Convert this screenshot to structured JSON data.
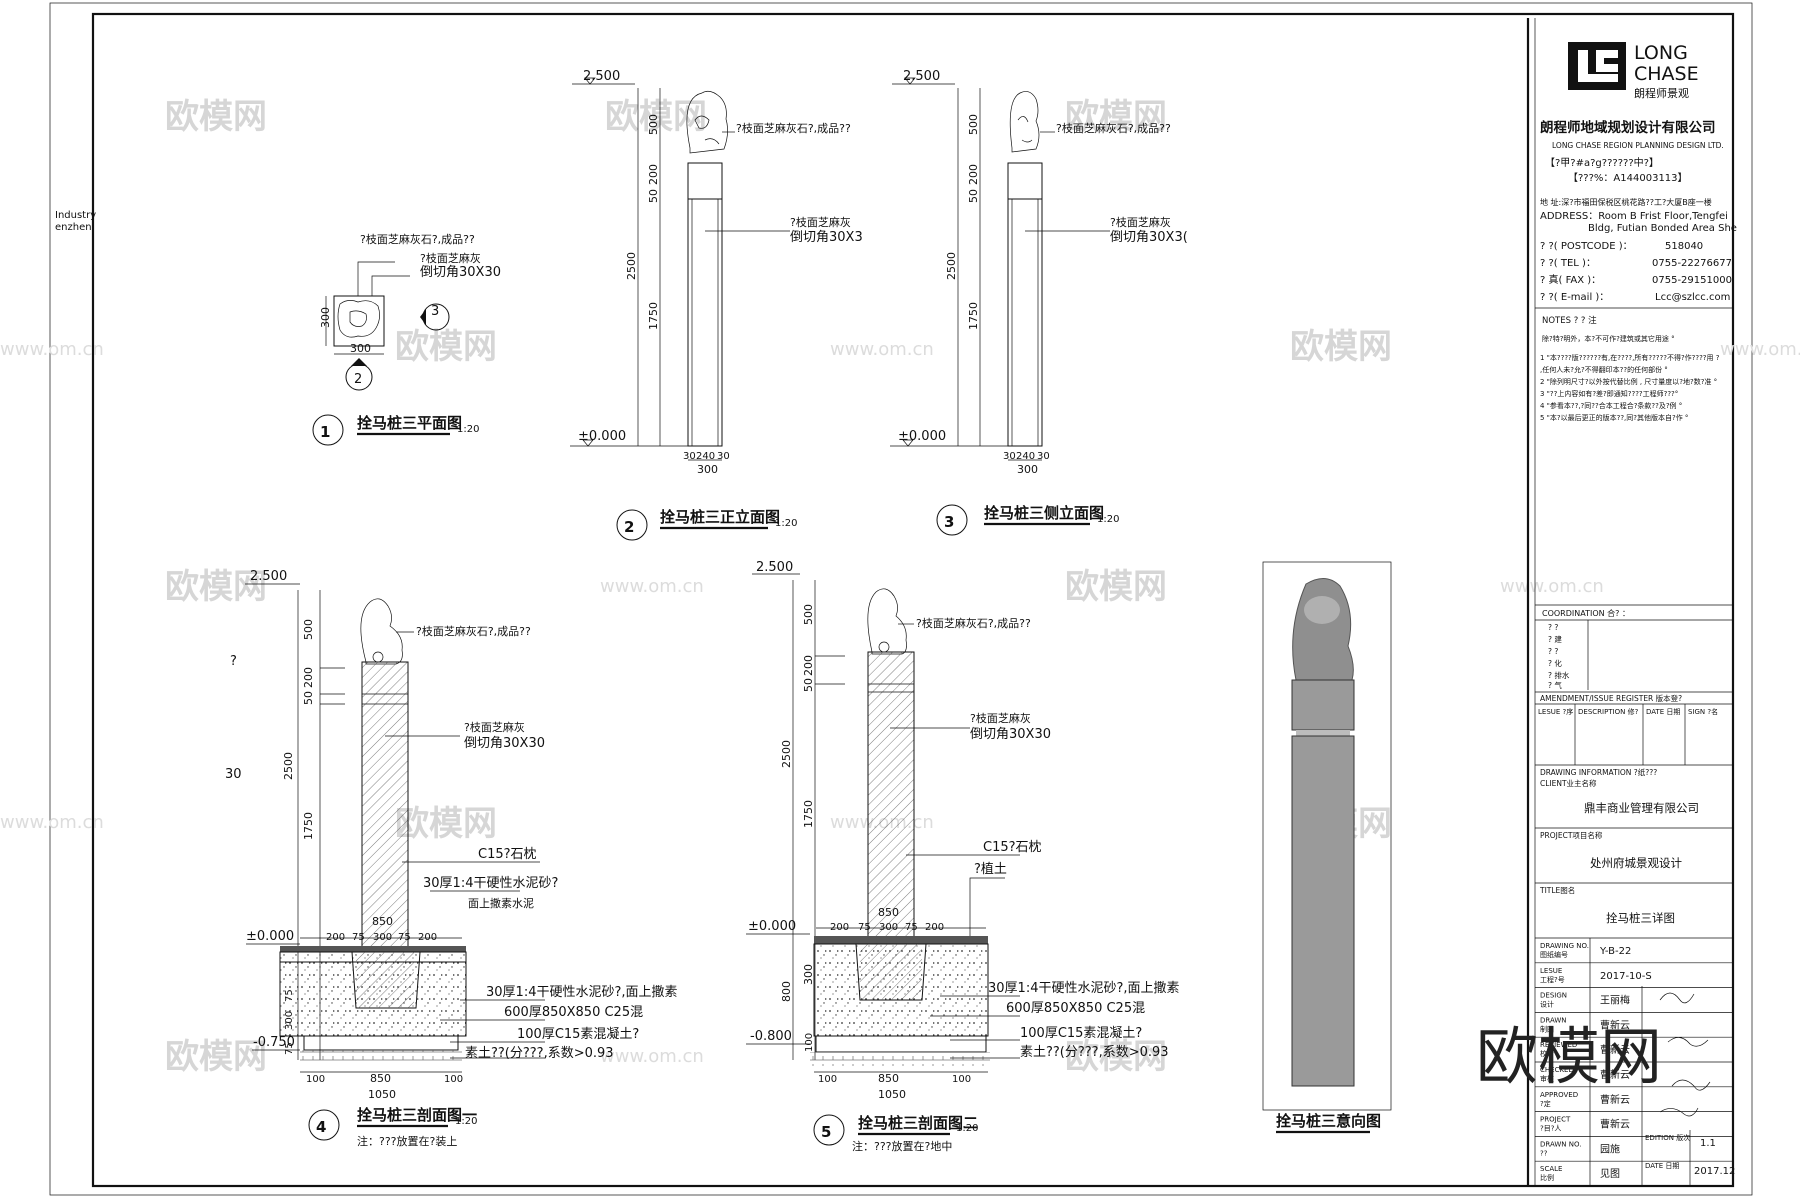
{
  "watermarks": {
    "logo_text": "欧模网",
    "url": "www.om.cn",
    "big_logo": "欧模网"
  },
  "edge_text": [
    "Industry",
    "enzhen"
  ],
  "views": {
    "plan": {
      "num": "1",
      "title": "拴马桩三平面图",
      "scale": "1:20",
      "notes": [
        "?枝面芝麻灰石?,成品??",
        "?枝面芝麻灰",
        "倒切角30X30"
      ],
      "dims": [
        "300",
        "300"
      ],
      "markers": [
        "2",
        "3"
      ]
    },
    "front": {
      "num": "2",
      "title": "拴马桩三正立面图",
      "scale": "1:20",
      "levels": [
        "2.500",
        "±0.000"
      ],
      "dims": [
        "500",
        "50",
        "200",
        "2500",
        "1750",
        "30",
        "240",
        "30",
        "300"
      ],
      "notes": [
        "?枝面芝麻灰石?,成品??",
        "?枝面芝麻灰",
        "倒切角30X3"
      ]
    },
    "side": {
      "num": "3",
      "title": "拴马桩三侧立面图",
      "scale": "1:20",
      "levels": [
        "2.500",
        "±0.000"
      ],
      "dims": [
        "500",
        "50",
        "200",
        "2500",
        "1750",
        "30",
        "240",
        "30",
        "300"
      ],
      "notes": [
        "?枝面芝麻灰石?,成品??",
        "?枝面芝麻灰",
        "倒切角30X3("
      ]
    },
    "section1": {
      "num": "4",
      "title": "拴马桩三剖面图一",
      "scale": "1:20",
      "note_below": "注：???放置在?装上",
      "levels": [
        "2.500",
        "±0.000",
        "-0.750"
      ],
      "dims_v": [
        "500",
        "50",
        "200",
        "2500",
        "1750",
        "75",
        "300",
        "75"
      ],
      "dims_h": [
        "200",
        "75",
        "300",
        "75",
        "200",
        "850",
        "100",
        "850",
        "100",
        "1050"
      ],
      "notes": [
        "?枝面芝麻灰石?,成品??",
        "?枝面芝麻灰",
        "倒切角30X30",
        "C15?石枕",
        "30厚1:4干硬性水泥砂?",
        "面上撒素水泥",
        "30厚1:4干硬性水泥砂?,面上撒素",
        "600厚850X850  C25混",
        "100厚C15素混凝土?",
        "素土??(分???,系数>0.93"
      ],
      "margin_notes": [
        "?",
        "30"
      ]
    },
    "section2": {
      "num": "5",
      "title": "拴马桩三剖面图二",
      "scale": "1:20",
      "note_below": "注：???放置在?地中",
      "levels": [
        "2.500",
        "±0.000",
        "-0.800"
      ],
      "dims_v": [
        "500",
        "50",
        "200",
        "2500",
        "1750",
        "300",
        "800",
        "100"
      ],
      "dims_h": [
        "200",
        "75",
        "300",
        "75",
        "200",
        "850",
        "100",
        "850",
        "100",
        "1050"
      ],
      "notes": [
        "?枝面芝麻灰石?,成品??",
        "?枝面芝麻灰",
        "倒切角30X30",
        "C15?石枕",
        "?植土",
        "30厚1:4干硬性水泥砂?,面上撒素",
        "600厚850X850  C25混",
        "100厚C15素混凝土?",
        "素土??(分???,系数>0.93"
      ]
    },
    "render": {
      "title": "拴马桩三意向图"
    }
  },
  "titleblock": {
    "logo_en1": "LONG",
    "logo_en2": "CHASE",
    "logo_cn": "朗程师景观",
    "company_cn": "朗程师地域规划设计有限公司",
    "company_en": "LONG CHASE REGION PLANNING DESIGN LTD.",
    "cert1": "【?甲?#a?g??????中?】",
    "cert2": "【???%：A144003113】",
    "addr_cn": "地      址:深?市福田保税区桃花路??工?大厦B座一楼",
    "addr_en1": "ADDRESS：Room B Frist Floor,Tengfei",
    "addr_en2": "Bldg, Futian Bonded Area She",
    "contacts": [
      {
        "k": "?      ?( POSTCODE )：",
        "v": "518040"
      },
      {
        "k": "?      ?( TEL )：",
        "v": "0755-22276677"
      },
      {
        "k": "?      真( FAX )：",
        "v": "0755-29151000"
      },
      {
        "k": "?      ?( E-mail )：",
        "v": "Lcc@szlcc.com"
      }
    ],
    "notes_head": "NOTES ? ?    注",
    "notes_sub": "除?特?明外，本?不可作?建筑或其它用途 °",
    "notes": [
      "1 \"本????版??????有,在????,所有?????不得?作????用 ?",
      "      ,任何人未?允?不得翻印本??的任何部份 °",
      "2 \"除列明尺寸?以外按代替比例 , 尺寸量度以?地?数?准 °",
      "3 \"??上内容如有?差?即通知????工程师???°",
      "4 \"参看本??,?同??合本工程合?条款??及?例 °",
      "5 \"本?以最后更正的版本??,同?其他版本自?作 °"
    ],
    "coordination_head": "COORDINATION       合?  ：",
    "coordination": [
      "?   ?",
      "?   建",
      "?   ?",
      "?   化",
      "?   排水",
      "?   气"
    ],
    "amend_head": "AMENDMENT/ISSUE  REGISTER 版本登?",
    "amend_cols": [
      "LESUE ?序",
      "DESCRIPTION 修?",
      "DATE 日期",
      "SIGN ?名"
    ],
    "drawing_info": "DRAWING  INFORMATION ?纸???",
    "client_label": "CLIENT业主名称",
    "client": "鼎丰商业管理有限公司",
    "project_label": "PROJECT项目名称",
    "project": "处州府城景观设计",
    "title_label": "TITLE图名",
    "title": "拴马桩三详图",
    "rows": [
      {
        "k": "DRAWING NO.\n图纸编号",
        "v": "Y-B-22"
      },
      {
        "k": "LESUE\n工程?号",
        "v": "2017-10-S"
      },
      {
        "k": "DESIGN\n设计",
        "v": "王丽梅"
      },
      {
        "k": "DRAWN\n制图",
        "v": "曹新云"
      },
      {
        "k": "REVIEWED\n校对",
        "v": "曹新云"
      },
      {
        "k": "CHECKED\n审核",
        "v": "曹新云"
      },
      {
        "k": "APPROVED\n?定",
        "v": "曹新云"
      },
      {
        "k": "PROJECT\n?目?人",
        "v": "曹新云"
      },
      {
        "k": "DRAWN NO.\n??",
        "v": "园施"
      },
      {
        "k": "SCALE\n比例",
        "v": "见图"
      }
    ],
    "edition_label": "EDITION\n版次",
    "edition": "1.1",
    "date_label": "DATE\n日期",
    "date": "2017.12"
  }
}
